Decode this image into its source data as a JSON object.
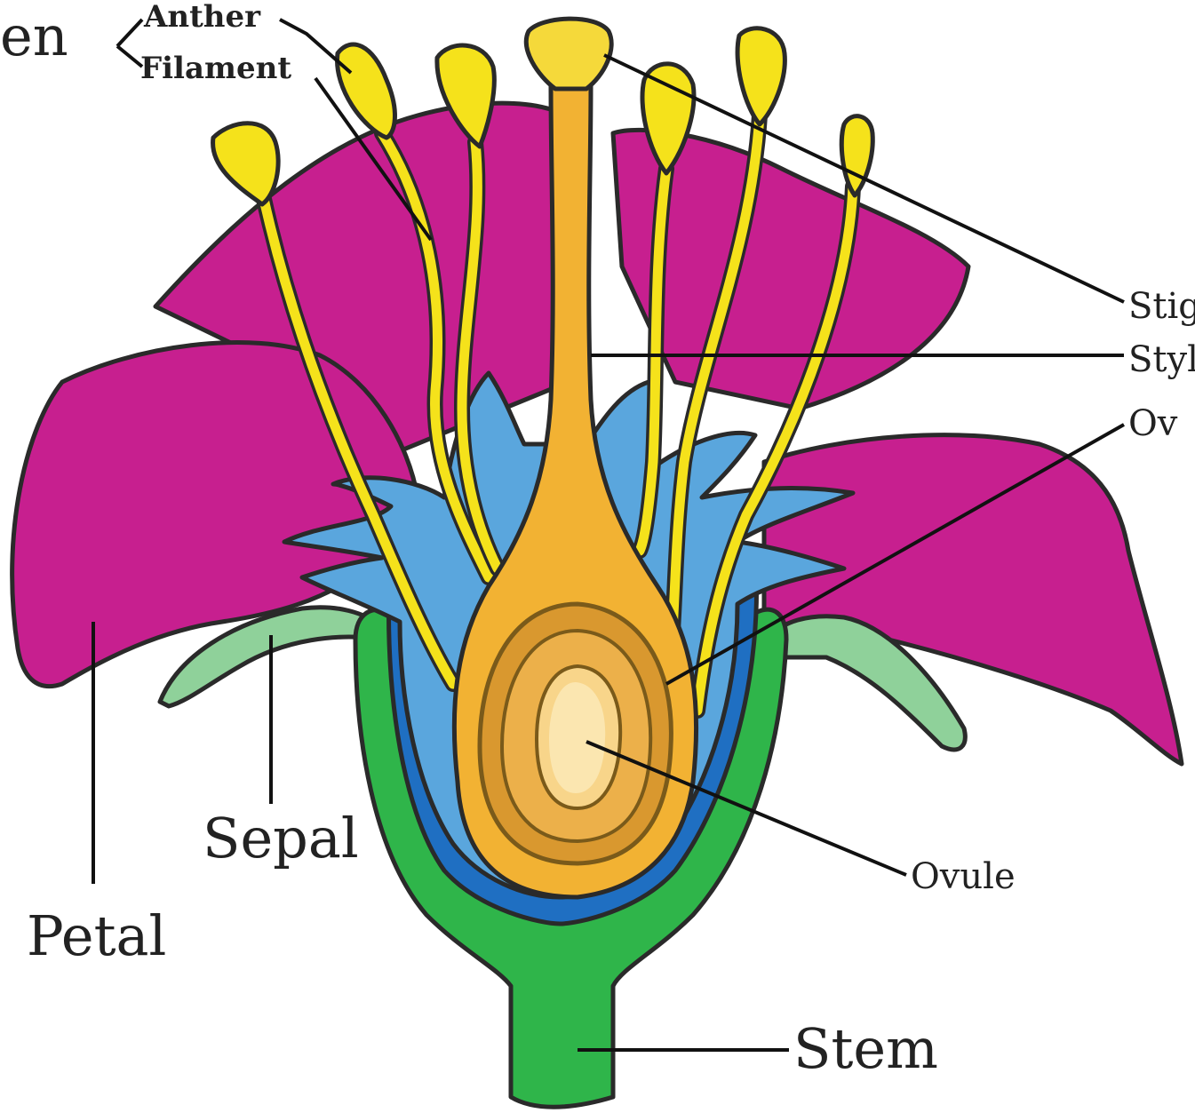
{
  "labels": {
    "stamen": "en",
    "anther": "Anther",
    "filament": "Filament",
    "stigma": "Stig",
    "style": "Styl",
    "ovary": "Ov",
    "ovule": "Ovule",
    "sepal": "Sepal",
    "petal": "Petal",
    "stem": "Stem"
  },
  "colors": {
    "petal": "#c71f8f",
    "sepal": "#8fd19a",
    "receptacle": "#2fb54a",
    "inner_blue": "#1f6fc2",
    "light_blue": "#5aa6dd",
    "ovary": "#f2b233",
    "ovary_inner": "#e3a23a",
    "ovule": "#f8d58a",
    "stamen": "#f5e21b",
    "outline": "#2a2a2a"
  }
}
